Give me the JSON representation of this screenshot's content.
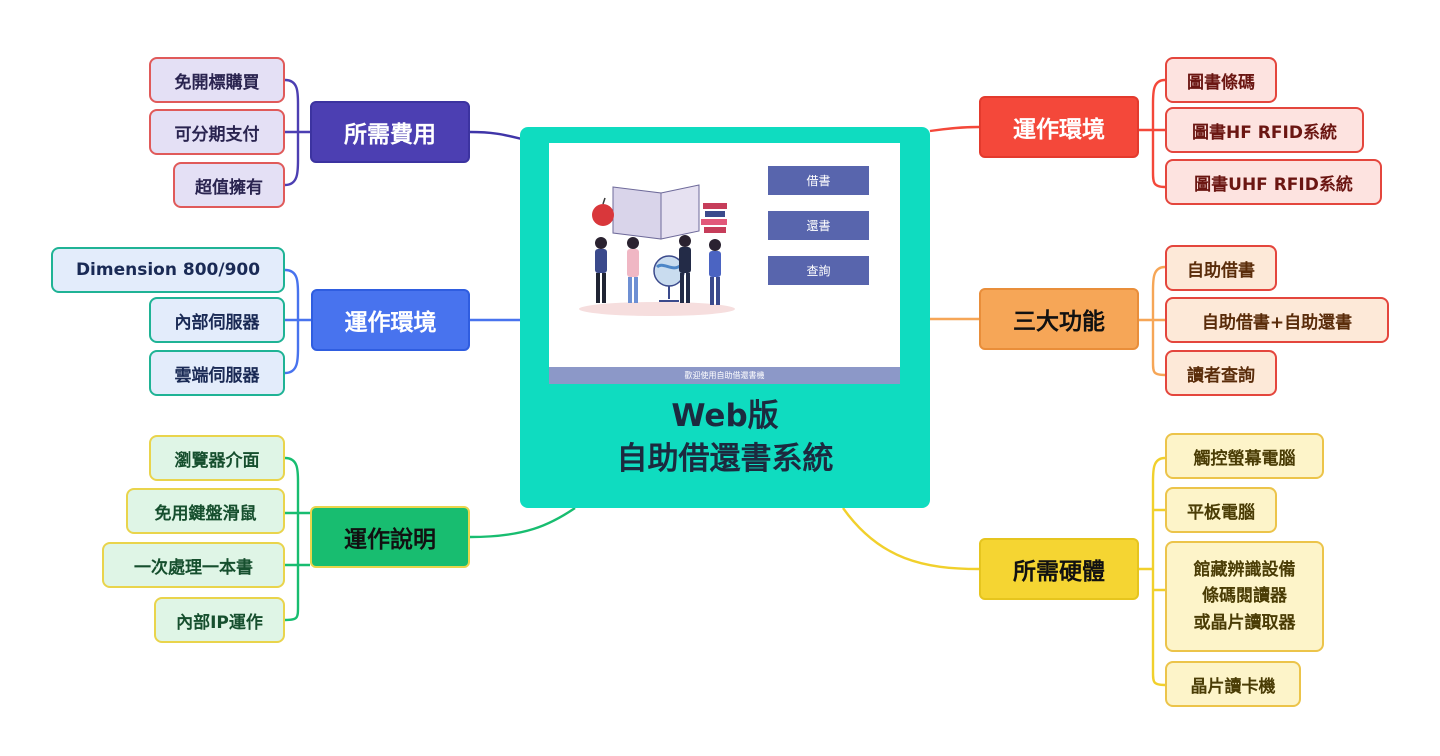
{
  "center": {
    "title_line1": "Web版",
    "title_line2": "自助借還書系統",
    "screen": {
      "buttons": [
        "借書",
        "還書",
        "查詢"
      ],
      "welcome": "歡迎使用自助借還書機"
    }
  },
  "branches": {
    "cost": {
      "label": "所需費用",
      "leaves": [
        "免開標購買",
        "可分期支付",
        "超值擁有"
      ]
    },
    "env_left": {
      "label": "運作環境",
      "leaves": [
        "Dimension 800/900",
        "內部伺服器",
        "雲端伺服器"
      ]
    },
    "desc": {
      "label": "運作說明",
      "leaves": [
        "瀏覽器介面",
        "免用鍵盤滑鼠",
        "一次處理一本書",
        "內部IP運作"
      ]
    },
    "env_right": {
      "label": "運作環境",
      "leaves": [
        "圖書條碼",
        "圖書HF RFID系統",
        "圖書UHF RFID系統"
      ]
    },
    "func": {
      "label": "三大功能",
      "leaves": [
        "自助借書",
        "自助借書+自助還書",
        "讀者查詢"
      ]
    },
    "hardware": {
      "label": "所需硬體",
      "leaves": [
        "觸控螢幕電腦",
        "平板電腦"
      ],
      "multi_leaf": [
        "館藏辨識設備",
        "條碼閱讀器",
        "或晶片讀取器"
      ],
      "last_leaf": "晶片讀卡機"
    }
  },
  "colors": {
    "cost": "#4c3fb2",
    "env_left": "#4873ee",
    "desc": "#18bd70",
    "env_right": "#f4483a",
    "func": "#f6a657",
    "hardware": "#f5d532",
    "center": "#0fdcc0"
  }
}
